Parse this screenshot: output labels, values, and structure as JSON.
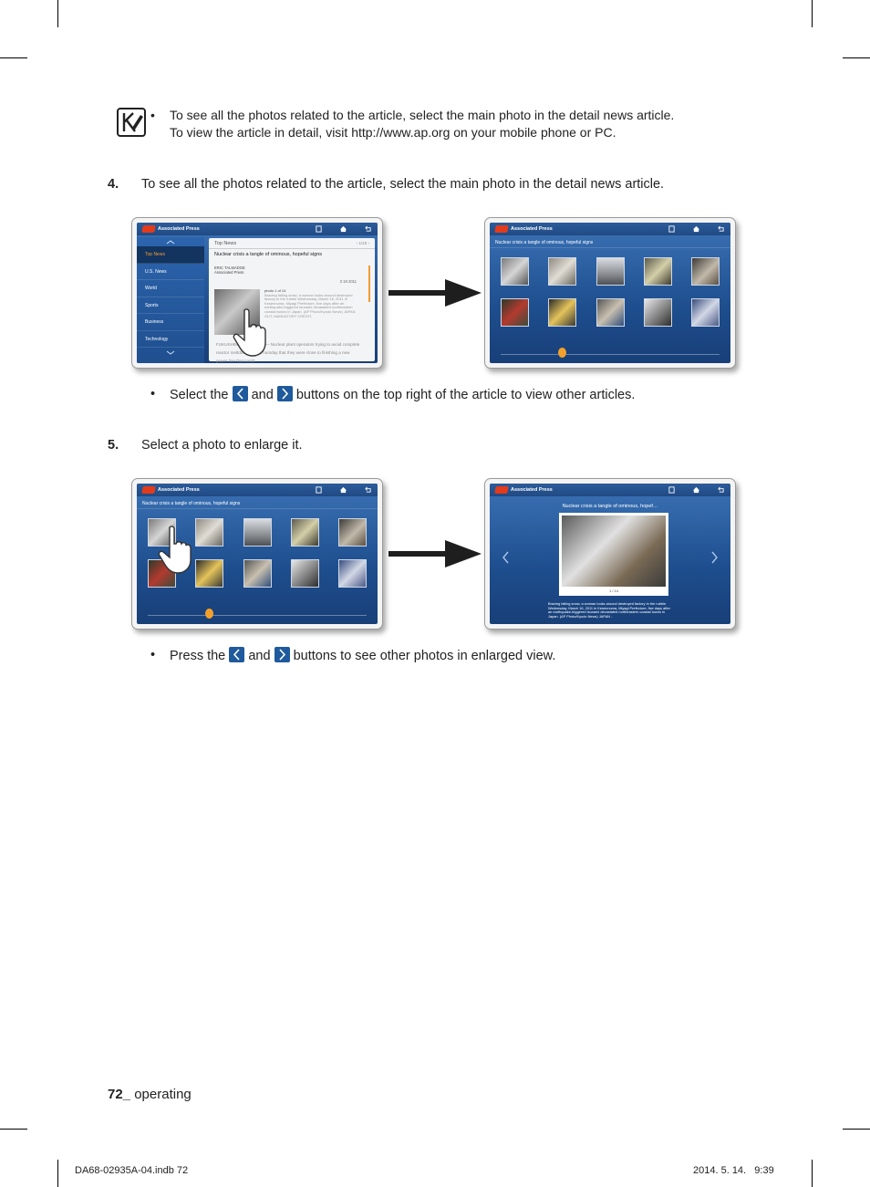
{
  "note": {
    "line1": "To see all the photos related to the article, select the main photo in the detail news article.",
    "line2": "To view the article in detail, visit http://www.ap.org on your mobile phone or PC."
  },
  "step4": {
    "num": "4.",
    "text": "To see all the photos related to the article, select the main photo in the detail news article.",
    "bullet_before": "Select the",
    "bullet_and": "and",
    "bullet_after": "buttons on the top right of the article to view other articles."
  },
  "step5": {
    "num": "5.",
    "text": "Select a photo to enlarge it.",
    "bullet_before": "Press the",
    "bullet_and": "and",
    "bullet_after": "buttons to see other photos in enlarged view."
  },
  "app": {
    "brand": "Associated Press",
    "sidebar": [
      "Top News",
      "U.S. News",
      "World",
      "Sports",
      "Business",
      "Technology"
    ],
    "article_section": "Top News",
    "article_page": "1/10",
    "article_title": "Nuclear crisis a tangle of ominous, hopeful signs",
    "byline_author": "ERIC TALMADGE",
    "byline_org": "Associated Press",
    "date": "3 18 2011",
    "photo_caption_head": "photo 1 of 14",
    "photo_caption": "Braving falling snow, a woman looks around destroyed factory in the rubble Wednesday, March 16, 2011 in Kesennuma, Miyagi Prefecture, five days after an earthquake-triggered tsunami devastated northeastern coastal towns in Japan. (AP Photo/Kyodo News) JAPAN OUT, MANDATORY CREDIT,",
    "article_body": "FUKUSHIMA, Japan (AP) — Nuclear plant operators trying to avoid complete reactor meltdowns said Thursday that they were close to finishing a new power line that could",
    "gallery_title": "Nuclear crisis a tangle of ominous, hopeful signs",
    "viewer_title": "Nuclear crisis a tangle of ominous, hopef…",
    "viewer_count": "1 / 14",
    "viewer_caption": "Braving falling snow, a woman looks around destroyed factory in the rubble Wednesday, March 16, 2011 in Kesennuma, Miyagi Prefecture, five days after an earthquake-triggered tsunami devastated northeastern coastal towns in Japan. (AP Photo/Kyodo News) JAPAN -"
  },
  "footer": {
    "page_num": "72_",
    "section": "operating",
    "file": "DA68-02935A-04.indb   72",
    "date": "2014. 5. 14.     9:39"
  },
  "colors": {
    "accent": "#f29a36",
    "brand_blue": "#1f5a9c",
    "ap_red": "#e23b1c"
  }
}
